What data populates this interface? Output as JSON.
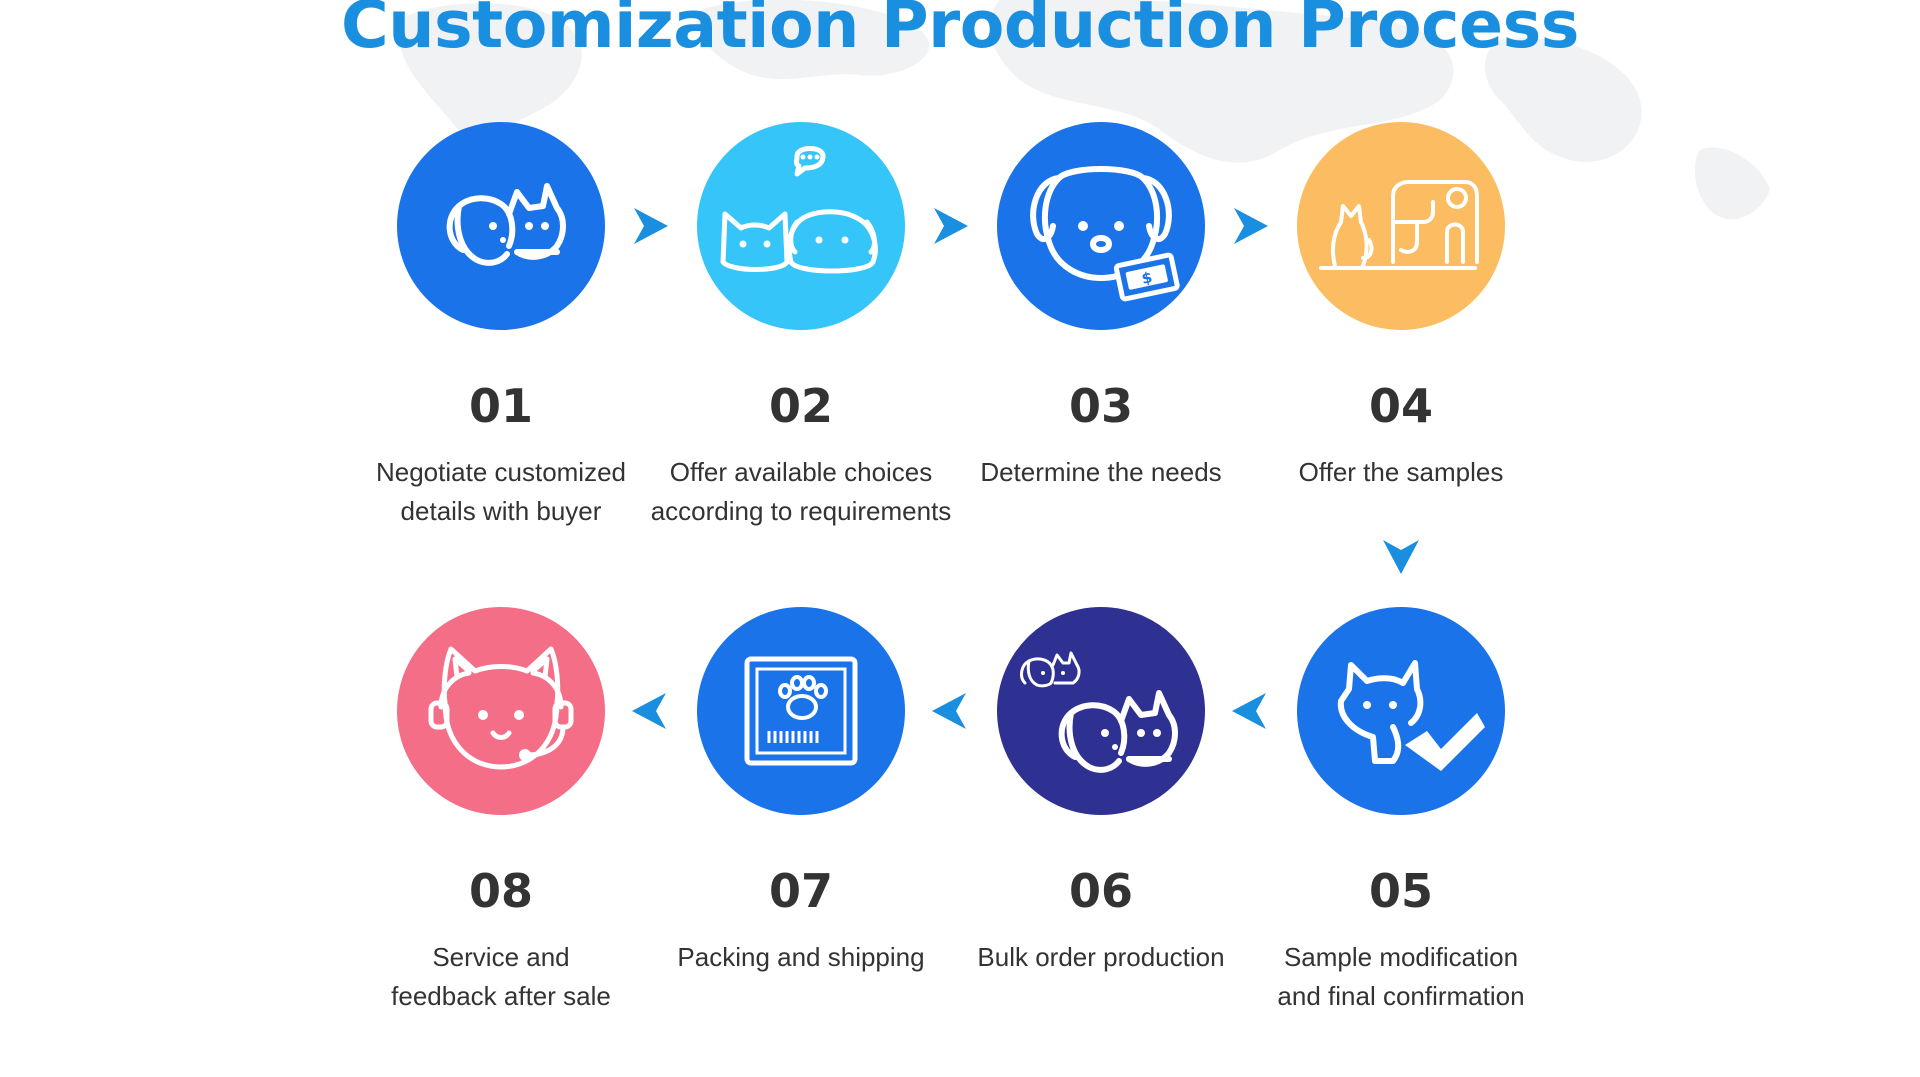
{
  "title": "Customization Production Process",
  "colors": {
    "title": "#1a8fe0",
    "number": "#333333",
    "text": "#333333",
    "arrow": "#1a8fe0",
    "map": "#f1f2f4"
  },
  "steps": [
    {
      "number": "01",
      "text": "Negotiate customized\ndetails with buyer",
      "icon": "dog-and-cat-icon",
      "color": "#1a73e8"
    },
    {
      "number": "02",
      "text": "Offer available choices\naccording to requirements",
      "icon": "cat-and-dog-chat-icon",
      "color": "#36c5f8"
    },
    {
      "number": "03",
      "text": "Determine the needs",
      "icon": "dog-with-money-icon",
      "color": "#1a73e8"
    },
    {
      "number": "04",
      "text": "Offer the samples",
      "icon": "cat-and-sewing-machine-icon",
      "color": "#fcbd62"
    },
    {
      "number": "05",
      "text": "Sample modification\nand final confirmation",
      "icon": "cat-check-icon",
      "color": "#1a73e8"
    },
    {
      "number": "06",
      "text": "Bulk order production",
      "icon": "multiple-pets-icon",
      "color": "#2e3192"
    },
    {
      "number": "07",
      "text": "Packing and shipping",
      "icon": "paw-package-icon",
      "color": "#1a73e8"
    },
    {
      "number": "08",
      "text": "Service and\nfeedback after sale",
      "icon": "cat-headset-icon",
      "color": "#f46e87"
    }
  ],
  "arrows": [
    {
      "direction": "right",
      "icon": "chevron-right-icon"
    },
    {
      "direction": "right",
      "icon": "chevron-right-icon"
    },
    {
      "direction": "right",
      "icon": "chevron-right-icon"
    },
    {
      "direction": "down",
      "icon": "chevron-down-icon"
    },
    {
      "direction": "left",
      "icon": "chevron-left-icon"
    },
    {
      "direction": "left",
      "icon": "chevron-left-icon"
    },
    {
      "direction": "left",
      "icon": "chevron-left-icon"
    }
  ]
}
